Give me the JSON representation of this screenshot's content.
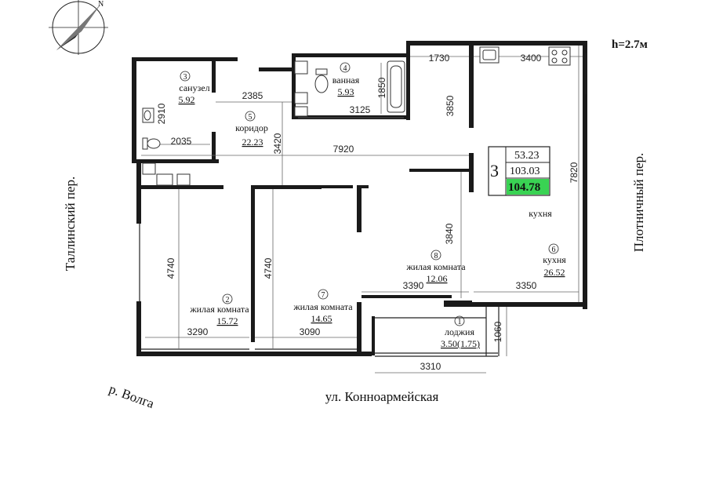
{
  "ceiling_height": "h=2.7м",
  "summary": {
    "rooms_count": "3",
    "living_area": "53.23",
    "total_area": "103.03",
    "total_area_with_loggia": "104.78",
    "highlight_color": "#39d353"
  },
  "rooms": [
    {
      "num": "1",
      "name": "лоджия",
      "area": "3.50(1.75)"
    },
    {
      "num": "2",
      "name": "жилая комната",
      "area": "15.72"
    },
    {
      "num": "3",
      "name": "санузел",
      "area": "5.92"
    },
    {
      "num": "4",
      "name": "ванная",
      "area": "5.93"
    },
    {
      "num": "5",
      "name": "коридор",
      "area": "22.23"
    },
    {
      "num": "6",
      "name": "кухня",
      "area": "26.52"
    },
    {
      "num": "7",
      "name": "жилая комната",
      "area": "14.65"
    },
    {
      "num": "8",
      "name": "жилая комната",
      "area": "12.06"
    }
  ],
  "kitchen_extra_label": "кухня",
  "dimensions": {
    "d1730": "1730",
    "d3400": "3400",
    "d2385": "2385",
    "d1850": "1850",
    "d3125": "3125",
    "d2910": "2910",
    "d3850": "3850",
    "d3420": "3420",
    "d2035": "2035",
    "d7920": "7920",
    "d7820": "7820",
    "d3840": "3840",
    "d4740a": "4740",
    "d4740b": "4740",
    "d3390": "3390",
    "d3350": "3350",
    "d3290": "3290",
    "d3090": "3090",
    "d1060": "1060",
    "d3310": "3310"
  },
  "streets": {
    "west": "Таллинский пер.",
    "east": "Плотничный пер.",
    "south": "ул. Конноармейская",
    "river": "р. Волга"
  },
  "icons": [
    "compass-icon",
    "toilet-icon",
    "bathtub-icon",
    "stove-icon",
    "sink-icon",
    "washbasin-icon"
  ]
}
